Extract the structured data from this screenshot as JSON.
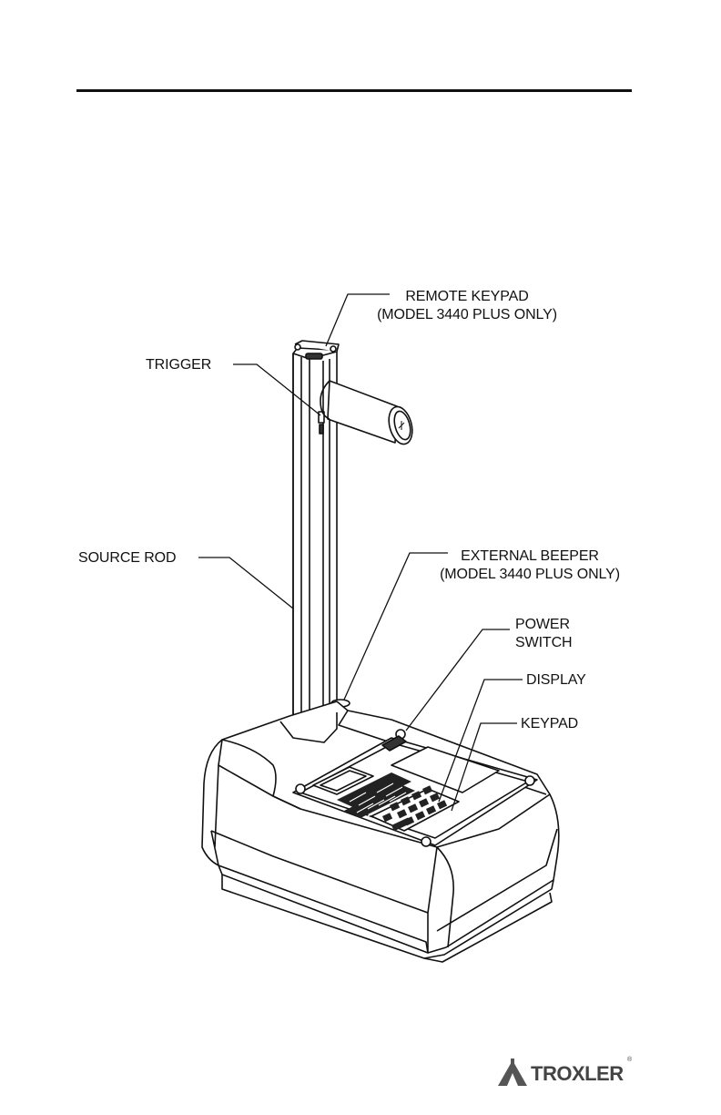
{
  "callouts": {
    "remote_keypad": [
      "REMOTE KEYPAD",
      "(MODEL 3440 PLUS ONLY)"
    ],
    "trigger": "TRIGGER",
    "source_rod": "SOURCE ROD",
    "external_beeper": [
      "EXTERNAL BEEPER",
      "(MODEL 3440 PLUS ONLY)"
    ],
    "power_switch": [
      "POWER",
      "SWITCH"
    ],
    "display": "DISPLAY",
    "keypad": "KEYPAD"
  },
  "logo": {
    "text": "TROXLER",
    "registered": "®"
  }
}
